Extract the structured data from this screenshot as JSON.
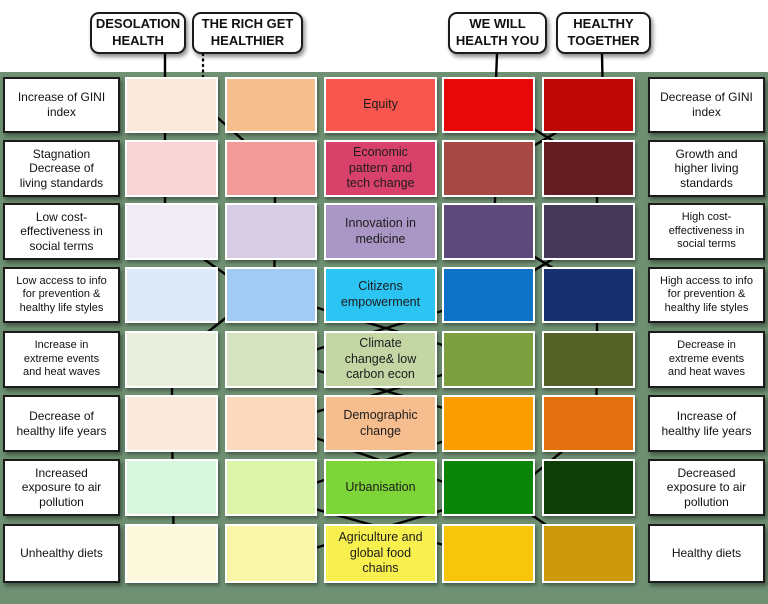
{
  "colors": {
    "background_green": "#6F9072",
    "top_band": "#FFFFFF",
    "line": "#000000",
    "box_fill": "#FFFFFF",
    "box_border": "#1B1B1B"
  },
  "scenarios": [
    {
      "label": "DESOLATION\nHEALTH",
      "line_style": "solid",
      "column_per_row": [
        1,
        1,
        1,
        2,
        1,
        1,
        1,
        1
      ],
      "path_x": [
        165,
        165,
        165,
        255,
        172,
        172,
        173,
        174
      ]
    },
    {
      "label": "THE RICH GET\nHEALTHIER",
      "line_style": "dotted-leader",
      "column_per_row": [
        1,
        2,
        2,
        2,
        4,
        2,
        4,
        2
      ],
      "path_x": [
        203,
        275,
        275,
        274,
        493,
        275,
        487,
        278
      ]
    },
    {
      "label": "WE WILL\nHEALTH YOU",
      "line_style": "solid",
      "column_per_row": [
        4,
        5,
        5,
        4,
        2,
        4,
        2,
        4
      ],
      "path_x": [
        495,
        597,
        597,
        494,
        282,
        497,
        272,
        494
      ]
    },
    {
      "label": "HEALTHY\nTOGETHER",
      "line_style": "solid",
      "column_per_row": [
        5,
        4,
        4,
        5,
        5,
        5,
        4,
        5
      ],
      "path_x": [
        603,
        496,
        494,
        597,
        597,
        596,
        506,
        595
      ]
    }
  ],
  "rows": [
    {
      "left": "Increase of GINI\nindex",
      "center": "Equity",
      "right": "Decrease of GINI\nindex",
      "cells": [
        "#FAE9DB",
        "#F5C08D",
        "#F9564F",
        "#E80808",
        "#BE0707"
      ]
    },
    {
      "left": "Stagnation\nDecrease of\nliving standards",
      "center": "Economic\npattern and\ntech change",
      "right": "Growth and\nhigher living\nstandards",
      "cells": [
        "#F9D4D4",
        "#F09B98",
        "#D8426A",
        "#A74845",
        "#641D22"
      ]
    },
    {
      "left": "Low cost-\neffectiveness  in\nsocial terms",
      "center": "Innovation in\nmedicine",
      "right": "High cost-\neffectiveness  in\nsocial terms",
      "cells": [
        "#F0EBF5",
        "#D6CDE4",
        "#AA96C5",
        "#5E4A7A",
        "#463859"
      ]
    },
    {
      "left": "Low access to info\nfor prevention &\nhealthy life styles",
      "center": "Citizens\nempowerment",
      "right": "High access to info\nfor prevention &\nhealthy life styles",
      "cells": [
        "#DCEBF7",
        "#A1CBF4",
        "#2CC4F2",
        "#0E73C6",
        "#16316E"
      ]
    },
    {
      "left": "Increase in\nextreme events\nand heat  waves",
      "center": "Climate\nchange& low\ncarbon econ",
      "right": "Decrease in\nextreme events\nand heat waves",
      "cells": [
        "#E9EFDC",
        "#D5E3C1",
        "#C3D6A4",
        "#7E9F40",
        "#556126"
      ]
    },
    {
      "left": "Decrease of\nhealthy life years",
      "center": "Demographic\nchange",
      "right": "Increase of\nhealthy life years",
      "cells": [
        "#FAEADC",
        "#FAD9BD",
        "#F6BE8E",
        "#FB9E01",
        "#E2700F"
      ]
    },
    {
      "left": "Increased\nexposure to air\npollution",
      "center": "Urbanisation",
      "right": "Decreased\nexposure to air\npollution",
      "cells": [
        "#D9F6DE",
        "#DCF5A8",
        "#7DD537",
        "#0A8508",
        "#0E3D07"
      ]
    },
    {
      "left": "Unhealthy diets",
      "center": "Agriculture and\nglobal food\nchains",
      "right": "Healthy diets",
      "cells": [
        "#FCF8DC",
        "#FAF6A8",
        "#F8F04E",
        "#F7C60A",
        "#CE9A0D"
      ]
    }
  ]
}
